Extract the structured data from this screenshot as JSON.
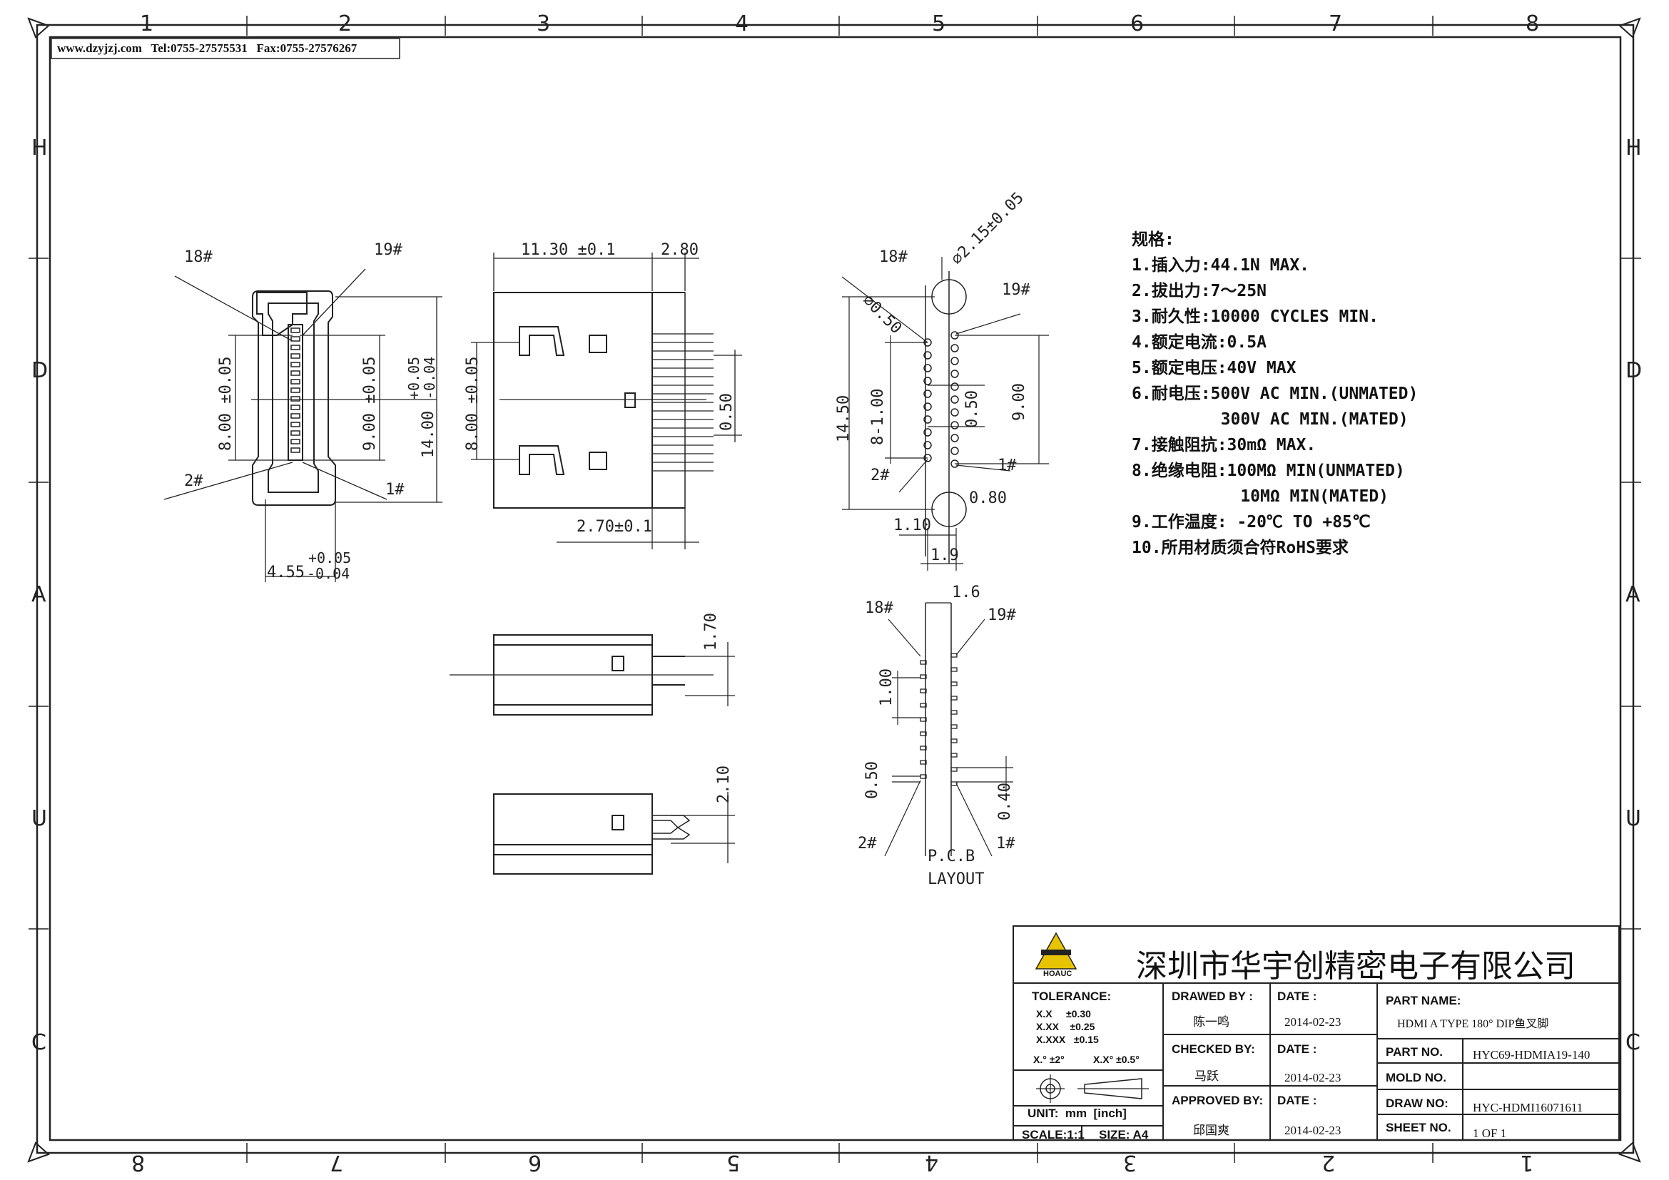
{
  "header": {
    "website": "www.dzyjzj.com",
    "tel": "Tel:0755-27575531",
    "fax": "Fax:0755-27576267"
  },
  "frame": {
    "top_numbers": [
      "1",
      "2",
      "3",
      "4",
      "5",
      "6",
      "7",
      "8"
    ],
    "bottom_numbers": [
      "8",
      "7",
      "6",
      "5",
      "4",
      "3",
      "2",
      "1"
    ],
    "side_letters": [
      "H",
      "D",
      "A",
      "U",
      "C"
    ]
  },
  "front_view": {
    "pin_18": "18#",
    "pin_19": "19#",
    "pin_2": "2#",
    "pin_1": "1#",
    "dim_8": "8.00 ±0.05",
    "dim_9": "9.00 ±0.05",
    "dim_14": "14.00",
    "dim_14_tol_plus": "+0.05",
    "dim_14_tol_minus": "-0.04",
    "dim_455": "4.55",
    "dim_455_tol_plus": "+0.05",
    "dim_455_tol_minus": "-0.04"
  },
  "side_view": {
    "dim_1130": "11.30  ±0.1",
    "dim_280": "2.80",
    "dim_8": "8.00 ±0.05",
    "dim_050": "0.50",
    "dim_270": "2.70±0.1",
    "dim_170": "1.70",
    "dim_210": "2.10"
  },
  "pcb_view": {
    "pin_18": "18#",
    "pin_19": "19#",
    "pin_2": "2#",
    "pin_1": "1#",
    "dim_hole_big": "⌀2.15±0.05",
    "dim_hole_small": "⌀0.50",
    "dim_1450": "14.50",
    "dim_8_100": "8-1.00",
    "dim_050": "0.50",
    "dim_900": "9.00",
    "dim_080": "0.80",
    "dim_110": "1.10",
    "dim_19": "1.9"
  },
  "layout_view": {
    "pin_18": "18#",
    "pin_19": "19#",
    "pin_2": "2#",
    "pin_1": "1#",
    "dim_16": "1.6",
    "dim_100": "1.00",
    "dim_050": "0.50",
    "dim_040": "0.40",
    "caption_1": "P.C.B",
    "caption_2": "LAYOUT"
  },
  "specs": {
    "heading": "规格:",
    "items": [
      "1.插入力:44.1N MAX.",
      "2.拔出力:7～25N",
      "3.耐久性:10000 CYCLES MIN.",
      "4.额定电流:0.5A",
      "5.额定电压:40V MAX",
      "6.耐电压:500V AC MIN.(UNMATED)",
      "         300V AC MIN.(MATED)",
      "7.接触阻抗:30mΩ MAX.",
      "8.绝缘电阻:100MΩ MIN(UNMATED)",
      "           10MΩ MIN(MATED)",
      "9.工作温度: -20℃ TO +85℃",
      "10.所用材质须合符RoHS要求"
    ]
  },
  "title_block": {
    "company": "深圳市华宇创精密电子有限公司",
    "logo_text": "HOAUC",
    "tolerance_label": "TOLERANCE:",
    "tol_x": "X.X     ±0.30",
    "tol_xx": "X.XX    ±0.25",
    "tol_xxx": "X.XXX   ±0.15",
    "tol_angle_1": "X.° ±2°",
    "tol_angle_2": "X.X° ±0.5°",
    "unit": "UNIT:  mm  [inch]",
    "scale": "SCALE:1:1",
    "size": "SIZE: A4",
    "drawn_by_label": "DRAWED BY :",
    "drawn_by": "陈一鸣",
    "checked_by_label": "CHECKED BY:",
    "checked_by": "马跃",
    "approved_by_label": "APPROVED BY:",
    "approved_by": "邱国爽",
    "date_label": "DATE :",
    "date_1": "2014-02-23",
    "date_2": "2014-02-23",
    "date_3": "2014-02-23",
    "part_name_label": "PART NAME:",
    "part_name": "HDMI A TYPE 180° DIP鱼叉脚",
    "part_no_label": "PART NO.",
    "part_no": "HYC69-HDMIA19-140",
    "mold_no_label": "MOLD NO.",
    "mold_no": "",
    "draw_no_label": "DRAW NO:",
    "draw_no": "HYC-HDMI16071611",
    "sheet_no_label": "SHEET NO.",
    "sheet_no": "1 OF 1"
  }
}
